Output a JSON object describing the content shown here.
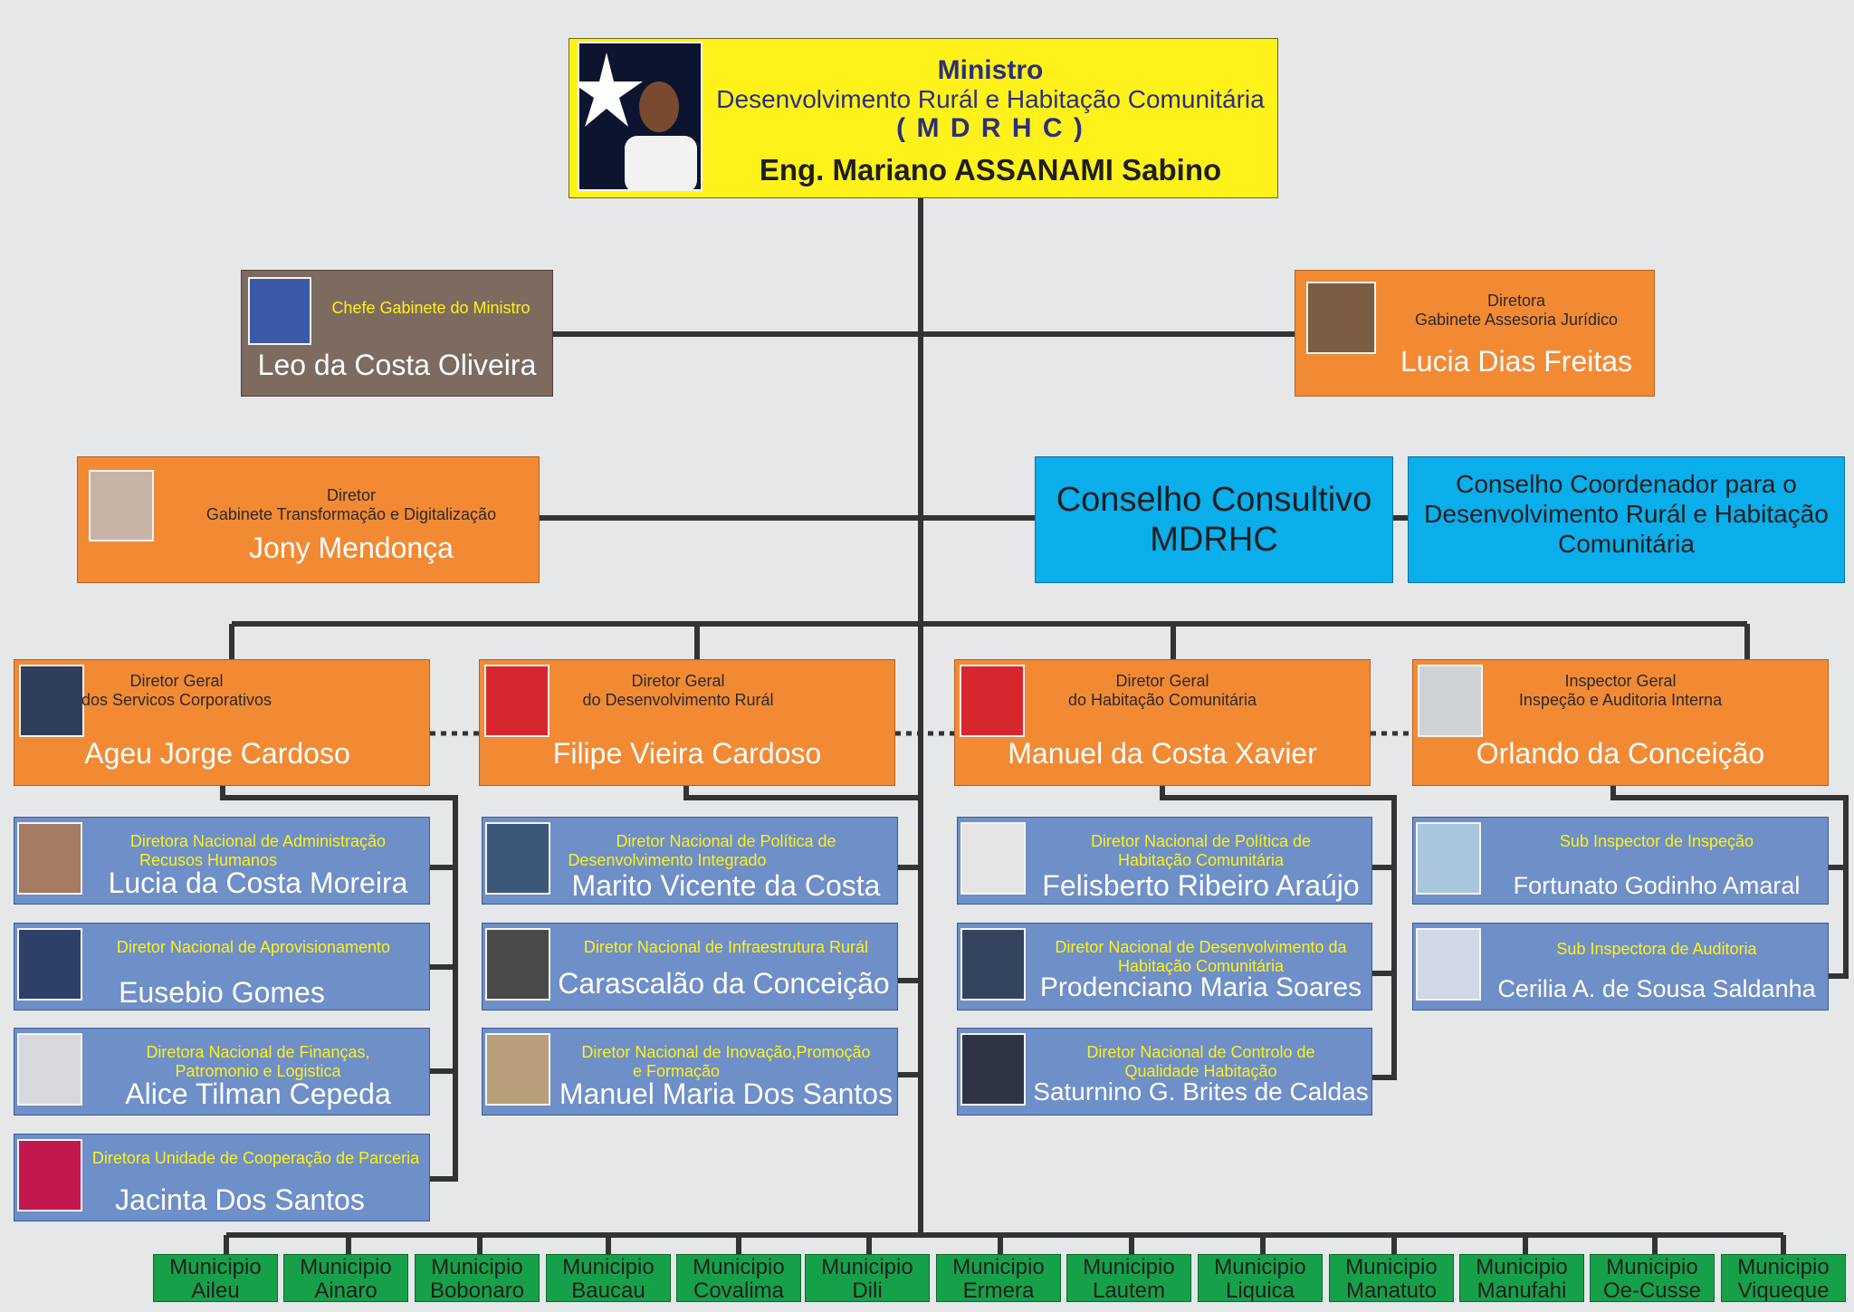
{
  "minister": {
    "role": "Ministro",
    "ministry": "Desenvolvimento Rurál e Habitação Comunitária",
    "acronym": "( M D R H C )",
    "name": "Eng. Mariano ASSANAMI Sabino"
  },
  "chefe": {
    "title": "Chefe Gabinete do Ministro",
    "name": "Leo da Costa Oliveira"
  },
  "juridico": {
    "title1": "Diretora",
    "title2": "Gabinete Assesoria Jurídico",
    "name": "Lucia Dias Freitas"
  },
  "digital": {
    "title1": "Diretor",
    "title2": "Gabinete Transformação e Digitalização",
    "name": "Jony Mendonça"
  },
  "conselho_consultivo": {
    "line1": "Conselho Consultivo",
    "line2": "MDRHC"
  },
  "conselho_coordenador": {
    "line1": "Conselho Coordenador para o",
    "line2": "Desenvolvimento Rurál e Habitação",
    "line3": "Comunitária"
  },
  "directors": [
    {
      "title1": "Diretor Geral",
      "title2": "dos Servicos Corporativos",
      "name": "Ageu Jorge Cardoso"
    },
    {
      "title1": "Diretor Geral",
      "title2": "do Desenvolvimento Rurál",
      "name": "Filipe Vieira Cardoso"
    },
    {
      "title1": "Diretor Geral",
      "title2": "do Habitação Comunitária",
      "name": "Manuel da Costa Xavier"
    },
    {
      "title1": "Inspector Geral",
      "title2": "Inspeção e Auditoria Interna",
      "name": "Orlando da Conceição"
    }
  ],
  "columns": [
    [
      {
        "title1": "Diretora Nacional de Administração",
        "title2": "Recusos Humanos",
        "name": "Lucia da Costa Moreira"
      },
      {
        "title1": "Diretor Nacional de Aprovisionamento",
        "title2": "",
        "name": "Eusebio Gomes"
      },
      {
        "title1": "Diretora Nacional de Finanças,",
        "title2": "Patromonio e Logistica",
        "name": "Alice Tilman Cepeda"
      },
      {
        "title1": "Diretora Unidade de Cooperação de Parceria",
        "title2": "",
        "name": "Jacinta Dos Santos"
      }
    ],
    [
      {
        "title1": "Diretor Nacional de Política de",
        "title2": "Desenvolvimento Integrado",
        "name": "Marito Vicente da Costa"
      },
      {
        "title1": "Diretor Nacional de Infraestrutura Rurál",
        "title2": "",
        "name": "Carascalão da Conceição"
      },
      {
        "title1": "Diretor Nacional de Inovação,Promoção",
        "title2": "e Formação",
        "name": "Manuel Maria Dos Santos"
      }
    ],
    [
      {
        "title1": "Diretor Nacional de Política de",
        "title2": "Habitação Comunitária",
        "name": "Felisberto Ribeiro Araújo"
      },
      {
        "title1": "Diretor Nacional de Desenvolvimento da",
        "title2": "Habitação Comunitária",
        "name": "Prodenciano Maria Soares"
      },
      {
        "title1": "Diretor Nacional de Controlo de",
        "title2": "Qualidade Habitação",
        "name": "Saturnino G. Brites de Caldas"
      }
    ],
    [
      {
        "title1": "Sub Inspector de Inspeção",
        "title2": "",
        "name": "Fortunato Godinho Amaral"
      },
      {
        "title1": "Sub Inspectora de Auditoria",
        "title2": "",
        "name": "Cerilia A. de Sousa Saldanha"
      }
    ]
  ],
  "municipios": [
    {
      "label": "Municipio",
      "name": "Aileu"
    },
    {
      "label": "Municipio",
      "name": "Ainaro"
    },
    {
      "label": "Municipio",
      "name": "Bobonaro"
    },
    {
      "label": "Municipio",
      "name": "Baucau"
    },
    {
      "label": "Municipio",
      "name": "Covalima"
    },
    {
      "label": "Municipio",
      "name": "Dili"
    },
    {
      "label": "Municipio",
      "name": "Ermera"
    },
    {
      "label": "Municipio",
      "name": "Lautem"
    },
    {
      "label": "Municipio",
      "name": "Liquica"
    },
    {
      "label": "Municipio",
      "name": "Manatuto"
    },
    {
      "label": "Municipio",
      "name": "Manufahi"
    },
    {
      "label": "Municipio",
      "name": "Oe-Cusse"
    },
    {
      "label": "Municipio",
      "name": "Viqueque"
    }
  ],
  "colors": {
    "connector": "#333333",
    "title_yellow": "#fff21a",
    "minister_text": "#2b2f7e"
  }
}
